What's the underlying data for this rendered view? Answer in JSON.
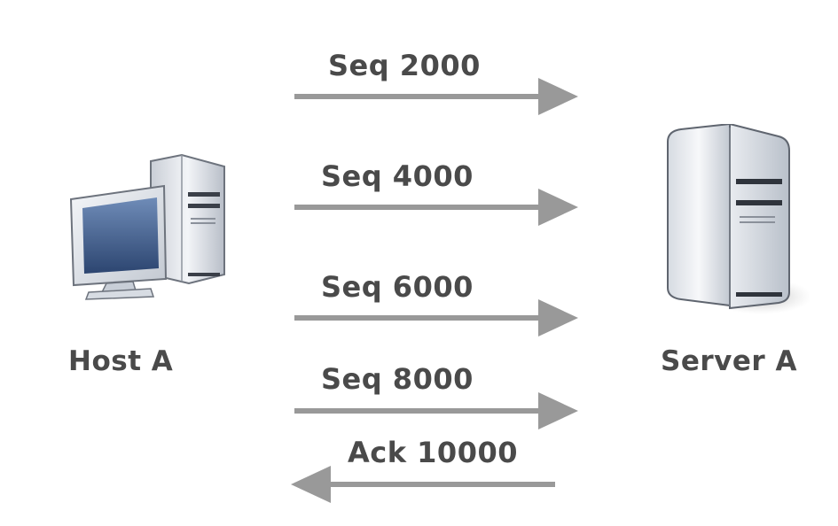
{
  "nodes": {
    "host": {
      "label": "Host A"
    },
    "server": {
      "label": "Server A"
    }
  },
  "messages": [
    {
      "label": "Seq 2000",
      "direction": "host-to-server"
    },
    {
      "label": "Seq 4000",
      "direction": "host-to-server"
    },
    {
      "label": "Seq 6000",
      "direction": "host-to-server"
    },
    {
      "label": "Seq 8000",
      "direction": "host-to-server"
    },
    {
      "label": "Ack 10000",
      "direction": "server-to-host"
    }
  ],
  "colors": {
    "arrow": "#999999",
    "text": "#4a4a4a",
    "device_body": "#dfe3ea",
    "screen": "#3d5a8a"
  }
}
